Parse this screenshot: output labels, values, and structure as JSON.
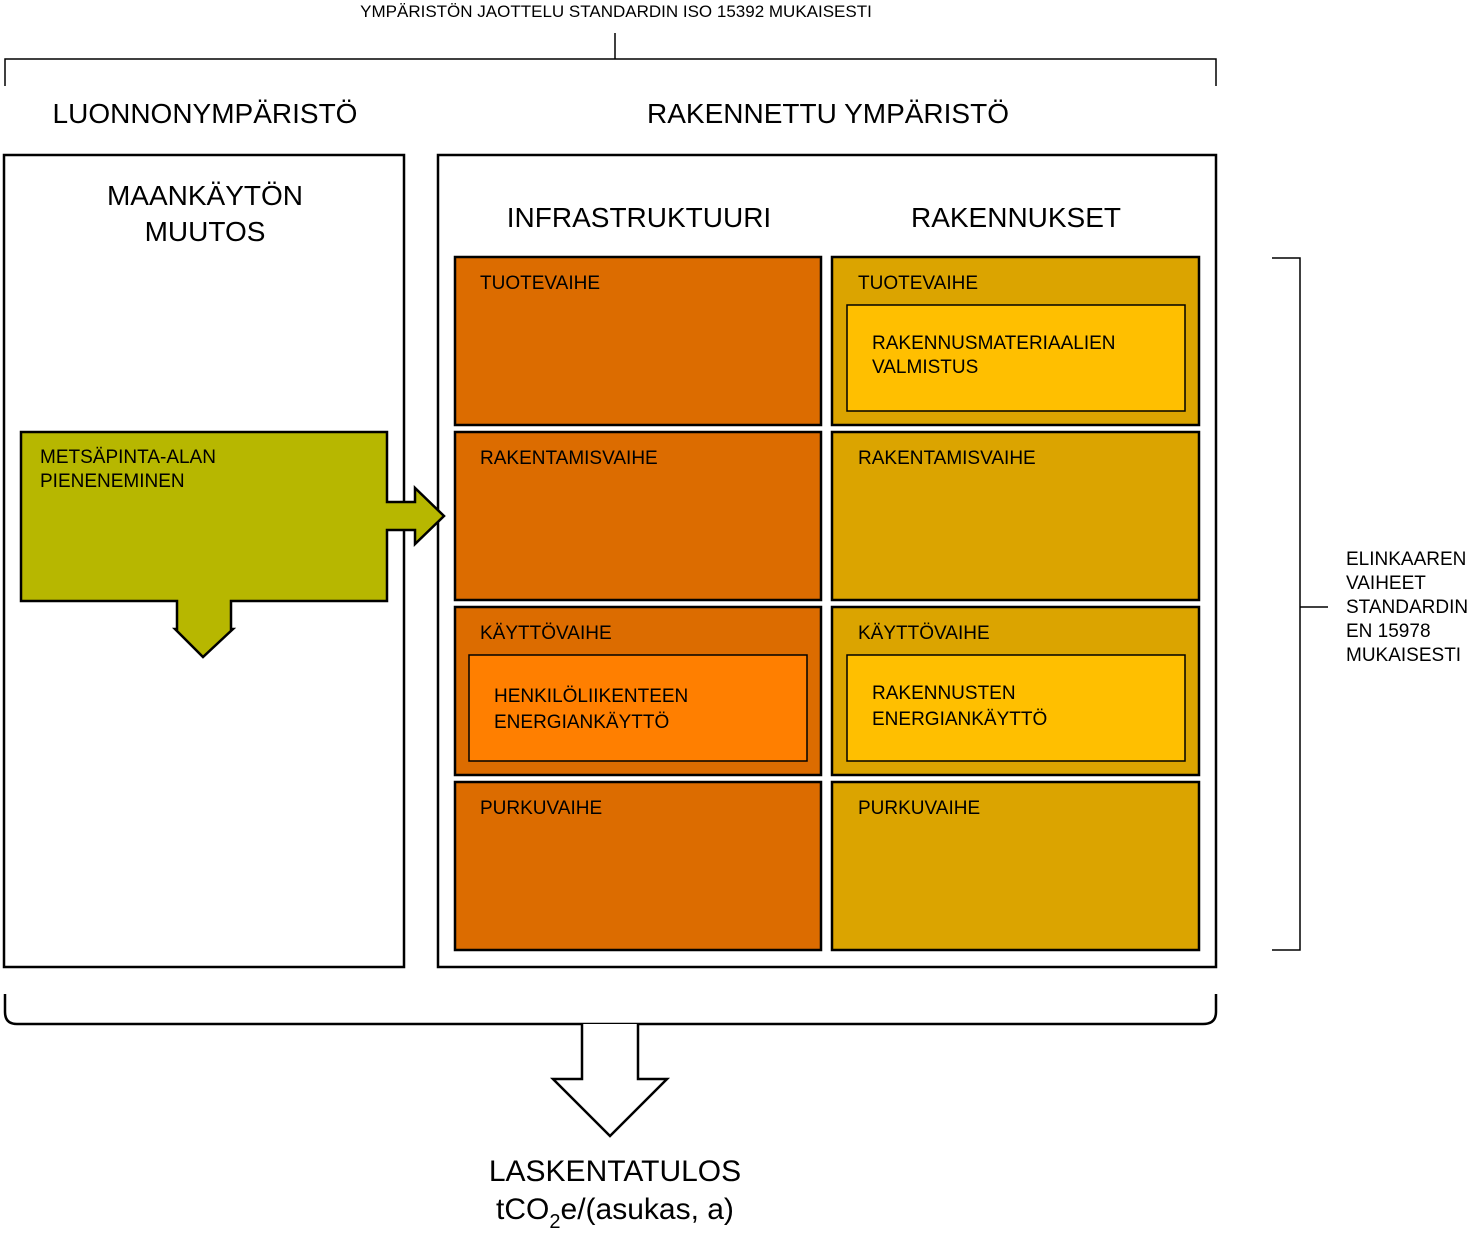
{
  "title": "YMPÄRISTÖN JAOTTELU STANDARDIN  ISO 15392 MUKAISESTI",
  "natural": {
    "heading": "LUONNONYMPÄRISTÖ",
    "box_title_line1": "MAANKÄYTÖN",
    "box_title_line2": "MUUTOS",
    "forest_line1": "METSÄPINTA-ALAN",
    "forest_line2": "PIENENEMINEN"
  },
  "built": {
    "heading": "RAKENNETTU YMPÄRISTÖ",
    "infra": {
      "heading": "INFRASTRUKTUURI",
      "product": "TUOTEVAIHE",
      "construction": "RAKENTAMISVAIHE",
      "use": "KÄYTTÖVAIHE",
      "use_inner_line1": "HENKILÖLIIKENTEEN",
      "use_inner_line2": "ENERGIANKÄYTTÖ",
      "demolition": "PURKUVAIHE"
    },
    "buildings": {
      "heading": "RAKENNUKSET",
      "product": "TUOTEVAIHE",
      "product_inner_line1": "RAKENNUSMATERIAALIEN",
      "product_inner_line2": "VALMISTUS",
      "construction": "RAKENTAMISVAIHE",
      "use": "KÄYTTÖVAIHE",
      "use_inner_line1": "RAKENNUSTEN",
      "use_inner_line2": "ENERGIANKÄYTTÖ",
      "demolition": "PURKUVAIHE"
    }
  },
  "lifecycle_note": {
    "line1": "ELINKAAREN",
    "line2": "VAIHEET",
    "line3": "STANDARDIN",
    "line4": "EN 15978",
    "line5": "MUKAISESTI"
  },
  "result": {
    "line1": "LASKENTATULOS",
    "unit_prefix": "tCO",
    "unit_sub": "2",
    "unit_suffix": "e/(asukas, a)"
  },
  "colors": {
    "infra_phase": "#DC6C00",
    "infra_highlight": "#FF7F00",
    "buildings_phase": "#DBA400",
    "buildings_highlight": "#FFBF00",
    "forest_arrow": "#B7B700"
  }
}
